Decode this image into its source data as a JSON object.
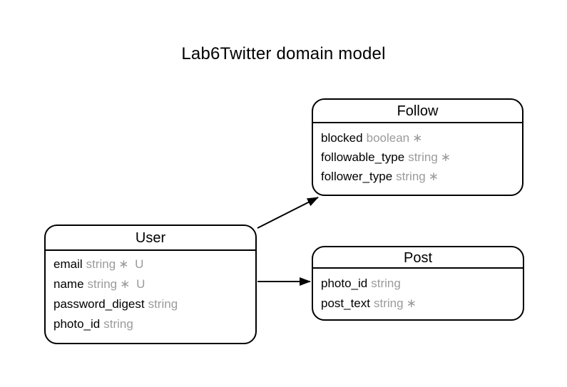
{
  "title": "Lab6Twitter domain model",
  "colors": {
    "background": "#ffffff",
    "box_border": "#000000",
    "entity_title": "#000000",
    "attribute_name": "#000000",
    "attribute_type": "#9b9b9b",
    "arrow": "#000000"
  },
  "entities": [
    {
      "name": "Follow",
      "attributes": [
        {
          "name": "blocked",
          "type": "boolean",
          "flags": "∗"
        },
        {
          "name": "followable_type",
          "type": "string",
          "flags": "∗"
        },
        {
          "name": "follower_type",
          "type": "string",
          "flags": "∗"
        }
      ]
    },
    {
      "name": "User",
      "attributes": [
        {
          "name": "email",
          "type": "string",
          "flags": "∗ U"
        },
        {
          "name": "name",
          "type": "string",
          "flags": "∗ U"
        },
        {
          "name": "password_digest",
          "type": "string",
          "flags": ""
        },
        {
          "name": "photo_id",
          "type": "string",
          "flags": ""
        }
      ]
    },
    {
      "name": "Post",
      "attributes": [
        {
          "name": "photo_id",
          "type": "string",
          "flags": ""
        },
        {
          "name": "post_text",
          "type": "string",
          "flags": "∗"
        }
      ]
    }
  ],
  "relationships": [
    {
      "from": "User",
      "to": "Follow"
    },
    {
      "from": "User",
      "to": "Post"
    }
  ]
}
